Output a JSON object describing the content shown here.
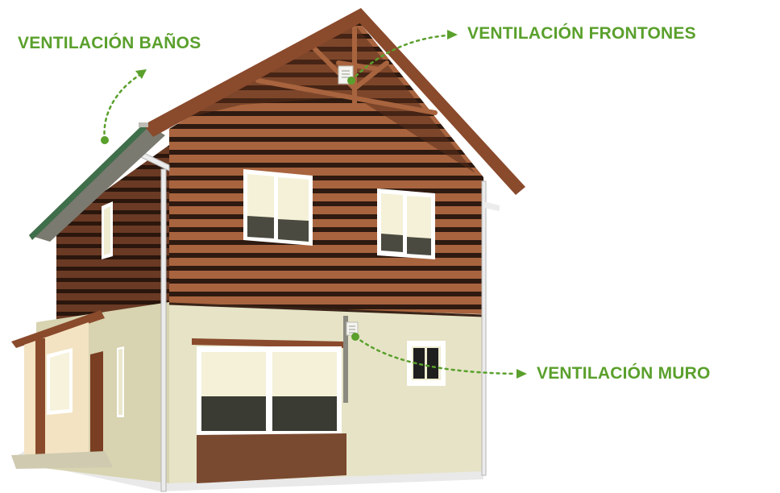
{
  "labels": {
    "banos": "VENTILACIÓN BAÑOS",
    "frontones": "VENTILACIÓN FRONTONES",
    "muro": "VENTILACIÓN MURO"
  },
  "colors": {
    "label_green": "#5aa02c",
    "siding_dark": "#4a2a1c",
    "siding_light": "#a8643e",
    "wall_cream": "#e6e3c6",
    "wall_side": "#d8d3b0",
    "roof_wood": "#8a4a2c",
    "window_frame": "#ffffff",
    "window_glass": "#f4f1d8",
    "window_blind": "#4a4a40"
  },
  "icons": {
    "vent_banos": "roof-vent-icon",
    "vent_frontones": "gable-vent-icon",
    "vent_muro": "wall-vent-icon"
  }
}
